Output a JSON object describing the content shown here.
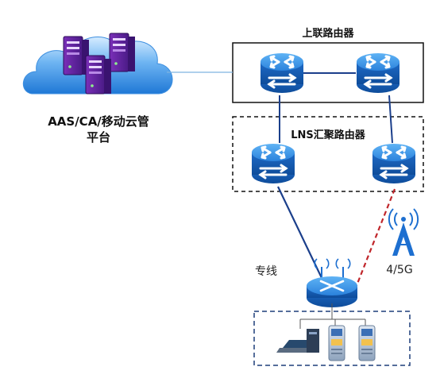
{
  "cloud": {
    "label_line1": "AAS/CA/移动云管",
    "label_line2": "平台"
  },
  "groups": {
    "uplink_title": "上联路由器",
    "lns_title": "LNS汇聚路由器"
  },
  "links": {
    "dedicated_line_label": "专线",
    "wireless_label": "4/5G"
  },
  "colors": {
    "router_blue": "#1d6fd0",
    "router_light": "#4aa2ee",
    "cloud_blue": "#2e86de",
    "line_navy": "#1b3f8b",
    "wireless_red": "#c0262b",
    "endpoint_box": "#1f3f7a"
  },
  "icons": [
    "server-icon",
    "router-icon",
    "wireless-router-icon",
    "cell-tower-icon",
    "computer-icon",
    "terminal-device-icon"
  ]
}
